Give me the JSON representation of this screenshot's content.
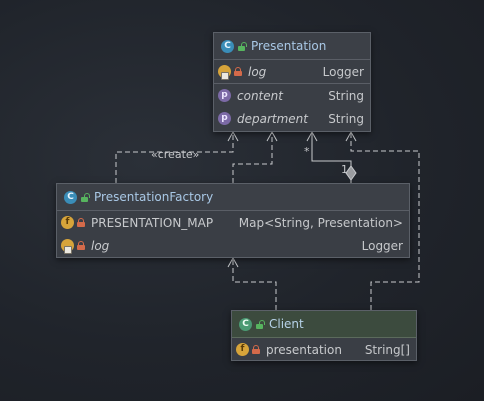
{
  "classes": {
    "presentation": {
      "name": "Presentation",
      "fields": [
        {
          "name": "log",
          "type": "Logger"
        },
        {
          "name": "content",
          "type": "String"
        },
        {
          "name": "department",
          "type": "String"
        }
      ]
    },
    "factory": {
      "name": "PresentationFactory",
      "fields": [
        {
          "name": "PRESENTATION_MAP",
          "type": "Map<String, Presentation>"
        },
        {
          "name": "log",
          "type": "Logger"
        }
      ]
    },
    "client": {
      "name": "Client",
      "fields": [
        {
          "name": "presentation",
          "type": "String[]"
        }
      ]
    }
  },
  "edges": {
    "create_label": "«create»",
    "mult_many": "*",
    "mult_one": "1"
  },
  "icons": {
    "class_icon_letter": "C",
    "field_icon_letter": "f",
    "property_icon_letter": "p"
  },
  "colors": {
    "class_header": "#3c4047",
    "client_header": "#3c4b3e",
    "class_name": "#a9c8e6",
    "edge": "#c8cacd"
  }
}
